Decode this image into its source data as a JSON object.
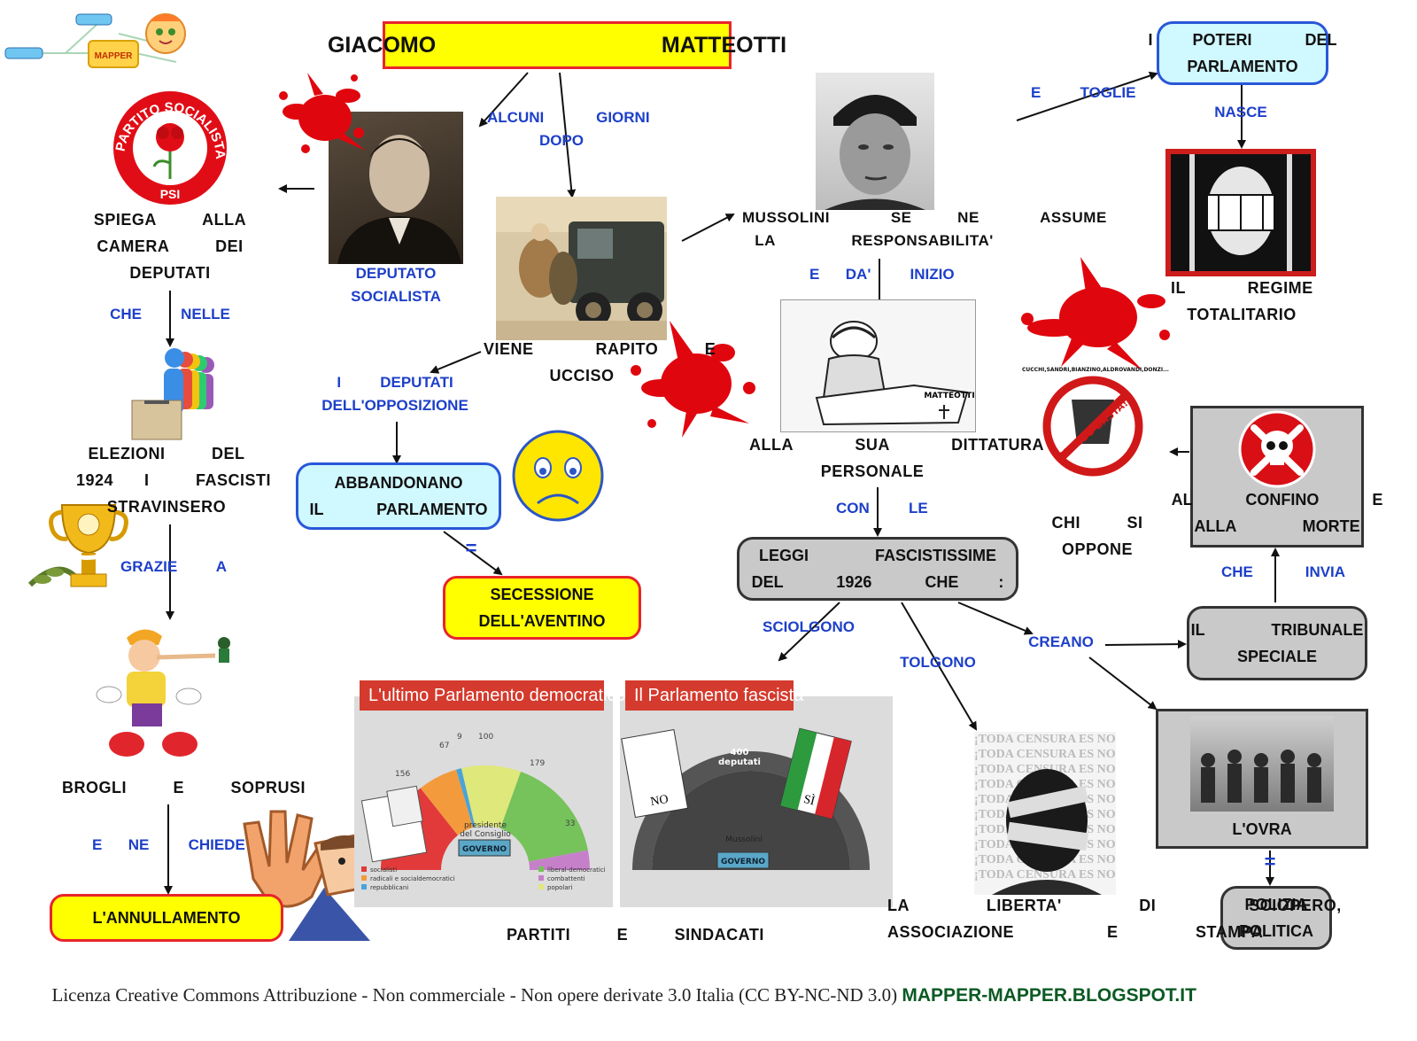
{
  "logo": {
    "label": "MAPPER"
  },
  "title": "GIACOMO     MATTEOTTI",
  "psi_logo": {
    "ring_text": "PARTITO SOCIALISTA",
    "bottom_text": "PSI"
  },
  "left": {
    "spiega": "SPIEGA   ALLA\nCAMERA   DEI\nDEPUTATI",
    "che_nelle": "CHE   NELLE",
    "elezioni": "ELEZIONI   DEL\n1924  I   FASCISTI\nSTRAVINSERO",
    "grazie_a": "GRAZIE   A",
    "brogli": "BROGLI   E   SOPRUSI",
    "e_ne_chiede": "E  NE   CHIEDE",
    "annullamento": "L'ANNULLAMENTO"
  },
  "center": {
    "deputato": "DEPUTATO\nSOCIALISTA",
    "alcuni_giorni": "ALCUNI    GIORNI\nDOPO",
    "rapito": "VIENE    RAPITO   E\nUCCISO",
    "deputati_opp": "I   DEPUTATI\nDELL'OPPOSIZIONE",
    "abbandonano": "ABBANDONANO\nIL    PARLAMENTO",
    "equals": "=",
    "secessione": "SECESSIONE\nDELL'AVENTINO",
    "partiti": "PARTITI   E   SINDACATI"
  },
  "parliament": {
    "left_title": "L'ultimo Parlamento democratico",
    "right_title": "Il Parlamento fascista",
    "seat_labels": [
      "156",
      "67",
      "9",
      "100",
      "179",
      "33"
    ],
    "president": "presidente\ndel Consiglio",
    "governo": "GOVERNO",
    "legend": [
      "socialisti",
      "radicali e socialdemocratici",
      "repubblicani",
      "liberal-democratici",
      "combattenti",
      "popolari"
    ],
    "deputati": "400\ndeputati",
    "no": "NO",
    "si": "SÌ",
    "mussolini": "Mussolini",
    "colors": {
      "socialisti": "#e23a3a",
      "radicali": "#f39b3c",
      "repubblicani": "#4aa3d8",
      "popolari": "#dfe87a",
      "liberal": "#76c25b",
      "combattenti": "#c680c9"
    }
  },
  "right": {
    "mussolini": "MUSSOLINI    SE   NE    ASSUME\nLA     RESPONSABILITA'",
    "e_da_inizio": "E  DA'   INIZIO",
    "dittatura": "ALLA    SUA    DITTATURA\nPERSONALE",
    "con_le": "CON   LE",
    "leggi": "LEGGI     FASCISTISSIME\nDEL    1926    CHE   :",
    "sciolgono": "SCIOLGONO",
    "tolgono": "TOLGONO",
    "creano": "CREANO",
    "liberta": "LA     LIBERTA'     DI      SCIOPERO,\nASSOCIAZIONE      E     STAMPA",
    "e_toglie": "E   TOGLIE",
    "poteri": "I   POTERI    DEL\nPARLAMENTO",
    "nasce": "NASCE",
    "regime": "IL    REGIME\nTOTALITARIO",
    "chi_si_oppone": "CHI   SI\nOPPONE",
    "confino": "AL    CONFINO    E\nALLA     MORTE",
    "che_invia": "CHE    INVIA",
    "tribunale": "IL     TRIBUNALE\nSPECIALE",
    "ovra": "L'OVRA",
    "polizia": "POLIZIA\nPOLITICA",
    "adesso_basta": "ADESSO BASTA!",
    "coffin": "MATTEOTTI",
    "censura": "¡TODA CENSURA ES NOCIVA!",
    "poster_top": "CUCCHI,SANDRI,BIANZINO,ALDROVANDI,DONZI..."
  },
  "footer": {
    "license": "Licenza Creative Commons Attribuzione - Non commerciale - Non opere derivate 3.0 Italia (CC BY-NC-ND 3.0) ",
    "site": "MAPPER-MAPPER.BLOGSPOT.IT"
  }
}
